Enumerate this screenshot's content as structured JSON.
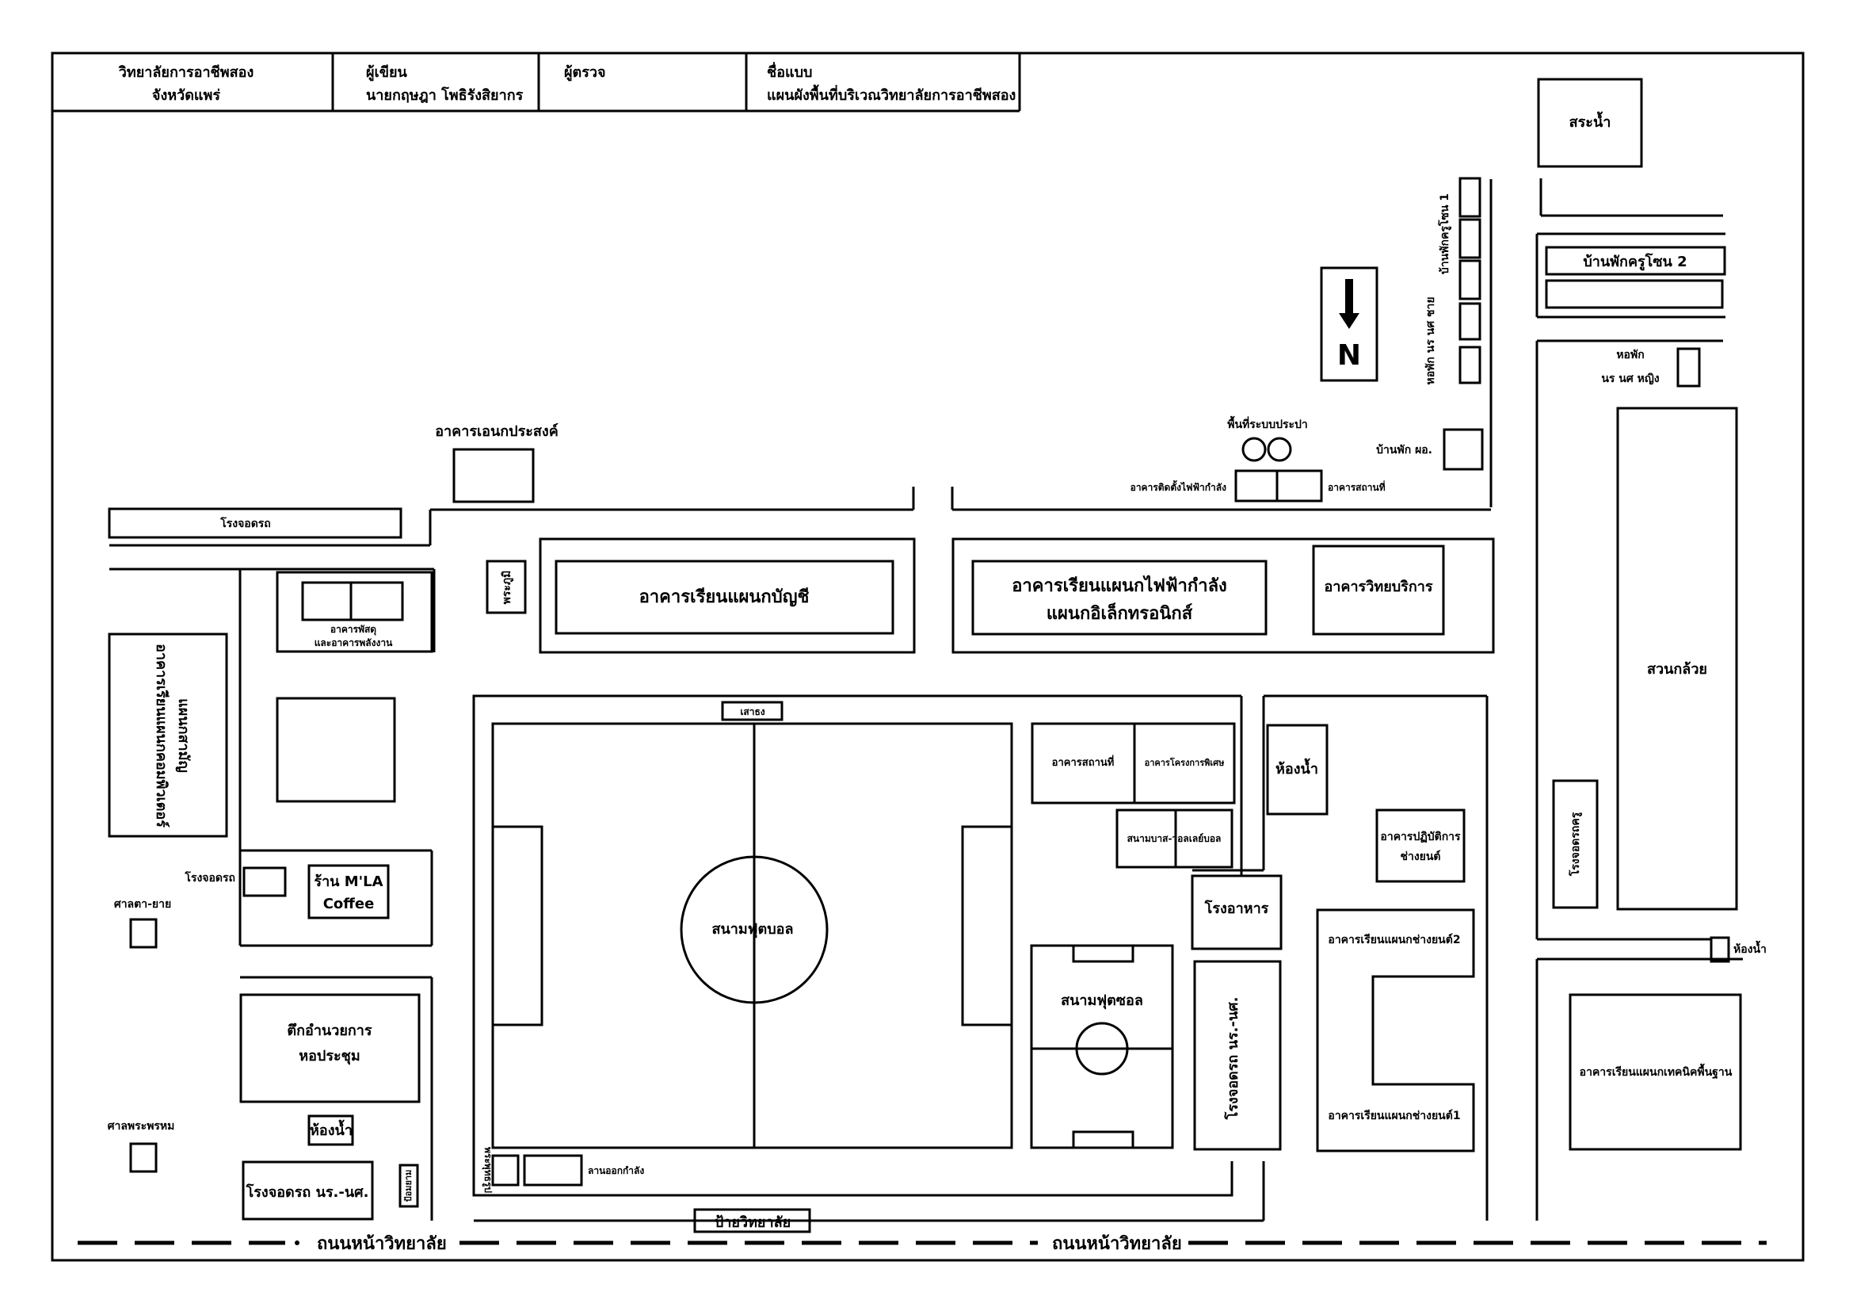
{
  "title_block": {
    "college_line1": "วิทยาลัยการอาชีพสอง",
    "college_line2": "จังหวัดแพร่",
    "author_label": "ผู้เขียน",
    "author_name": "นายกฤษฎา โพธิรังสิยากร",
    "checker_label": "ผู้ตรวจ",
    "drawing_label": "ชื่อแบบ",
    "drawing_name": "แผนผังพื้นที่บริเวณวิทยาลัยการอาชีพสอง"
  },
  "compass": {
    "letter": "N"
  },
  "labels": {
    "pond": "สระน้ำ",
    "teacher_house_1": "บ้านพักครูโซน 1",
    "teacher_house_2": "บ้านพักครูโซน 2",
    "dorm_male": "หอพัก นร นศ ชาย",
    "dorm_female_1": "หอพัก",
    "dorm_female_2": "นร นศ หญิง",
    "water_system": "พื้นที่ระบบประปา",
    "director_house": "บ้านพัก ผอ.",
    "multipurpose": "อาคารเอนกประสงค์",
    "power_install": "อาคารติดตั้งไฟฟ้ากำลัง",
    "facilities_top": "อาคารสถานที่",
    "garage_top": "โรงจอดรถ",
    "phra_phum": "พระภูมิ",
    "accounting": "อาคารเรียนแผนกบัญชี",
    "electric_1": "อาคารเรียนแผนกไฟฟ้ากำลัง",
    "electric_2": "แผนกอิเล็กทรอนิกส์",
    "vocational_service": "อาคารวิทยบริการ",
    "supply_1": "อาคารพัสดุ",
    "supply_2": "และอาคารพลังงาน",
    "computer_1": "อาคารเรียนแผนกคอมพิวเตอร์",
    "computer_2": "แผนกสามัญ",
    "banana": "สวนกล้วย",
    "flagpole": "เสาธง",
    "facilities_mid": "อาคารสถานที่",
    "special_projects": "อาคารโครงการพิเศษ",
    "toilet_mid": "ห้องน้ำ",
    "basketball": "สนามบาส-วอลเลย์บอล",
    "teacher_garage": "โรงจอดรถครู",
    "auto_workshop_1": "อาคารปฏิบัติการ",
    "auto_workshop_2": "ช่างยนต์",
    "garage_left": "โรงจอดรถ",
    "cafe_1": "ร้าน M'LA",
    "cafe_2": "Coffee",
    "sala": "ศาลตา-ยาย",
    "canteen": "โรงอาหาร",
    "football": "สนามฟุตบอล",
    "futsal": "สนามฟุตซอล",
    "auto_bldg_2": "อาคารเรียนแผนกช่างยนต์2",
    "toilet_right": "ห้องน้ำ",
    "admin_1": "ตึกอำนวยการ",
    "admin_2": "หอประชุม",
    "student_garage_right": "โรงจอดรถ นร.-นศ.",
    "basic_tech": "อาคารเรียนแผนกเทคนิคพื้นฐาน",
    "brahma": "ศาลพระพรหม",
    "toilet_left": "ห้องน้ำ",
    "auto_bldg_1": "อาคารเรียนแผนกช่างยนต์1",
    "student_garage_left": "โรงจอดรถ นร.-นศ.",
    "guard": "ป้อมยาม",
    "gym": "ลานออกกำลัง",
    "buddha": "พระพุทธรูป",
    "college_sign": "ป้ายวิทยาลัย",
    "road_left": "ถนนหน้าวิทยาลัย",
    "road_right": "ถนนหน้าวิทยาลัย"
  }
}
